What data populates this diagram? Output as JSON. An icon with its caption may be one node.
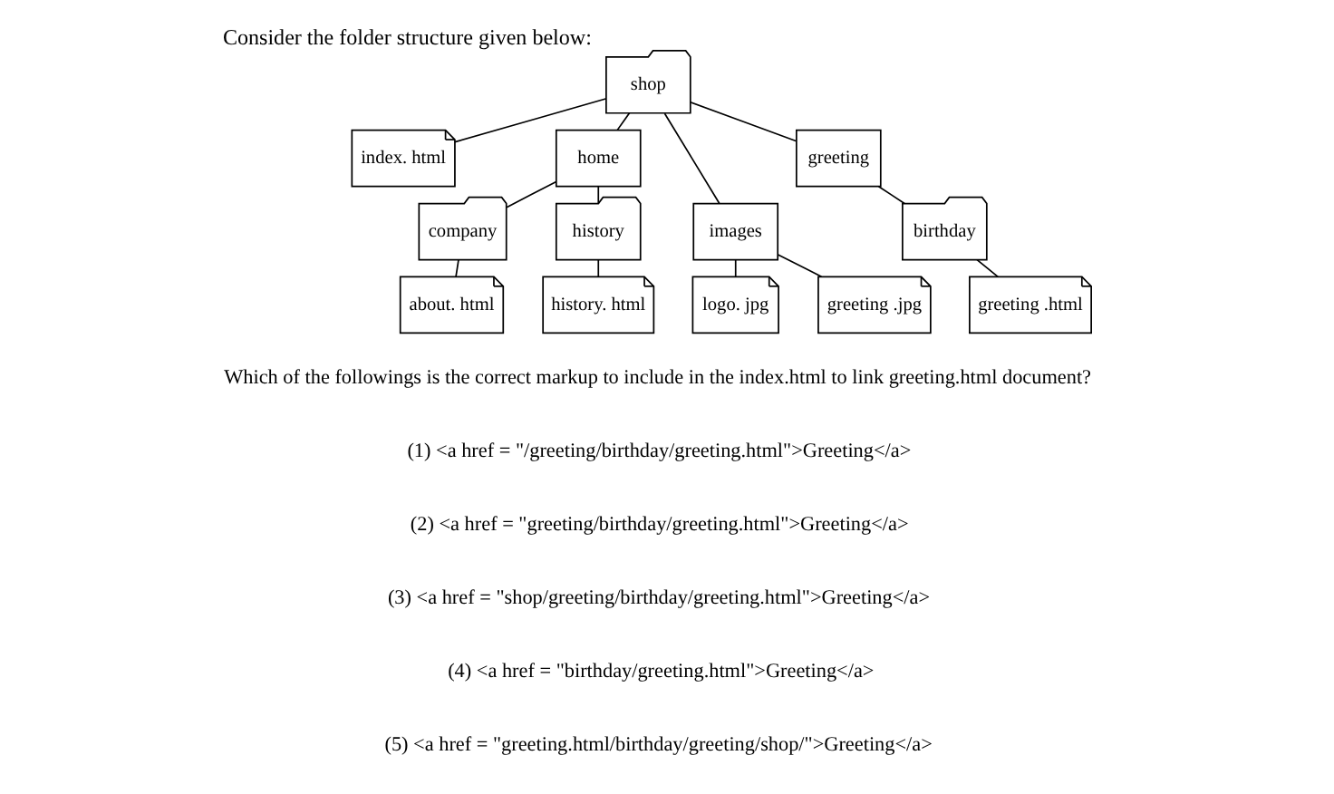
{
  "diagram": {
    "title": "Consider the folder structure given below:",
    "nodes": [
      {
        "text": [
          "shop"
        ]
      },
      {
        "text": [
          "index. html"
        ]
      },
      {
        "text": [
          "home"
        ]
      },
      {
        "text": [
          "images"
        ]
      },
      {
        "text": [
          "greeting"
        ]
      },
      {
        "text": [
          "company"
        ]
      },
      {
        "text": [
          "history"
        ]
      },
      {
        "text": [
          "logo. jpg"
        ]
      },
      {
        "text": [
          "greeting .jpg"
        ]
      },
      {
        "text": [
          "birthday"
        ]
      },
      {
        "text": [
          "about. html"
        ]
      },
      {
        "text": [
          "history. html"
        ]
      },
      {
        "text": [
          "greeting .html"
        ]
      }
    ],
    "edges": [
      {
        "from": 0,
        "to": 1,
        "arrow": "none"
      },
      {
        "from": 0,
        "to": 2,
        "arrow": "none"
      },
      {
        "from": 0,
        "to": 3,
        "arrow": "none"
      },
      {
        "from": 0,
        "to": 4,
        "arrow": "none"
      },
      {
        "from": 2,
        "to": 5,
        "arrow": "none"
      },
      {
        "from": 2,
        "to": 6,
        "arrow": "none"
      },
      {
        "from": 3,
        "to": 7,
        "arrow": "none"
      },
      {
        "from": 3,
        "to": 8,
        "arrow": "none"
      },
      {
        "from": 4,
        "to": 9,
        "arrow": "none"
      },
      {
        "from": 5,
        "to": 10,
        "arrow": "none"
      },
      {
        "from": 6,
        "to": 11,
        "arrow": "none"
      },
      {
        "from": 9,
        "to": 12,
        "arrow": "none"
      }
    ],
    "labels": [
      "Which of the followings is the correct markup to include in the index.html to link greeting.html document?",
      "(1) <a href = \"/greeting/birthday/greeting.html\">Greeting</a>",
      "(2) <a href = \"greeting/birthday/greeting.html\">Greeting</a>",
      "(3) <a href = \"shop/greeting/birthday/greeting.html\">Greeting</a>",
      "(4) <a href = \"birthday/greeting.html\">Greeting</a>",
      "(5) <a href = \"greeting.html/birthday/greeting/shop/\">Greeting</a>"
    ]
  }
}
